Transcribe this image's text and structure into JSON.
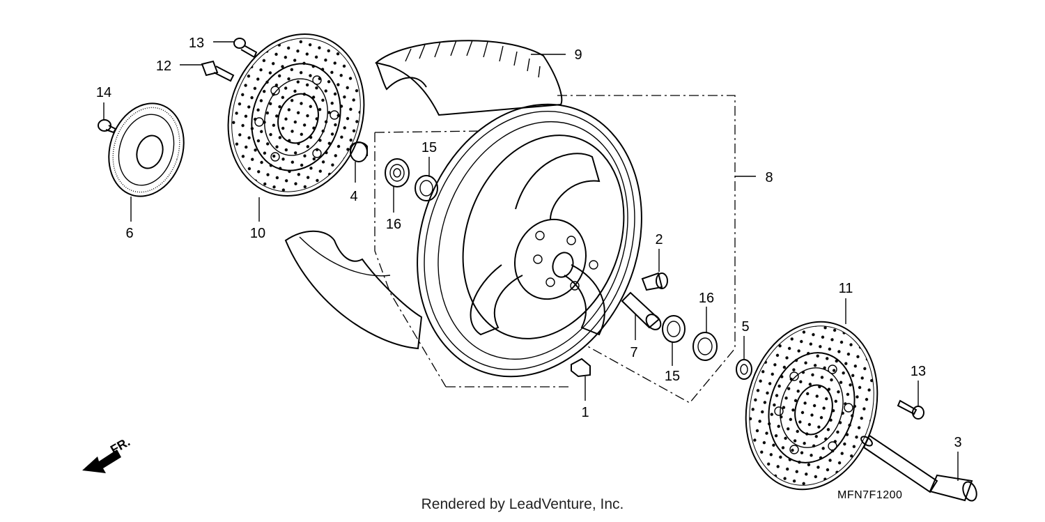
{
  "callouts": [
    "1",
    "2",
    "3",
    "4",
    "5",
    "6",
    "7",
    "8",
    "9",
    "10",
    "11",
    "12",
    "13",
    "13",
    "14",
    "15",
    "15",
    "16",
    "16"
  ],
  "front_marker": "FR.",
  "diagram_code": "MFN7F1200",
  "footer": "Rendered by LeadVenture, Inc."
}
